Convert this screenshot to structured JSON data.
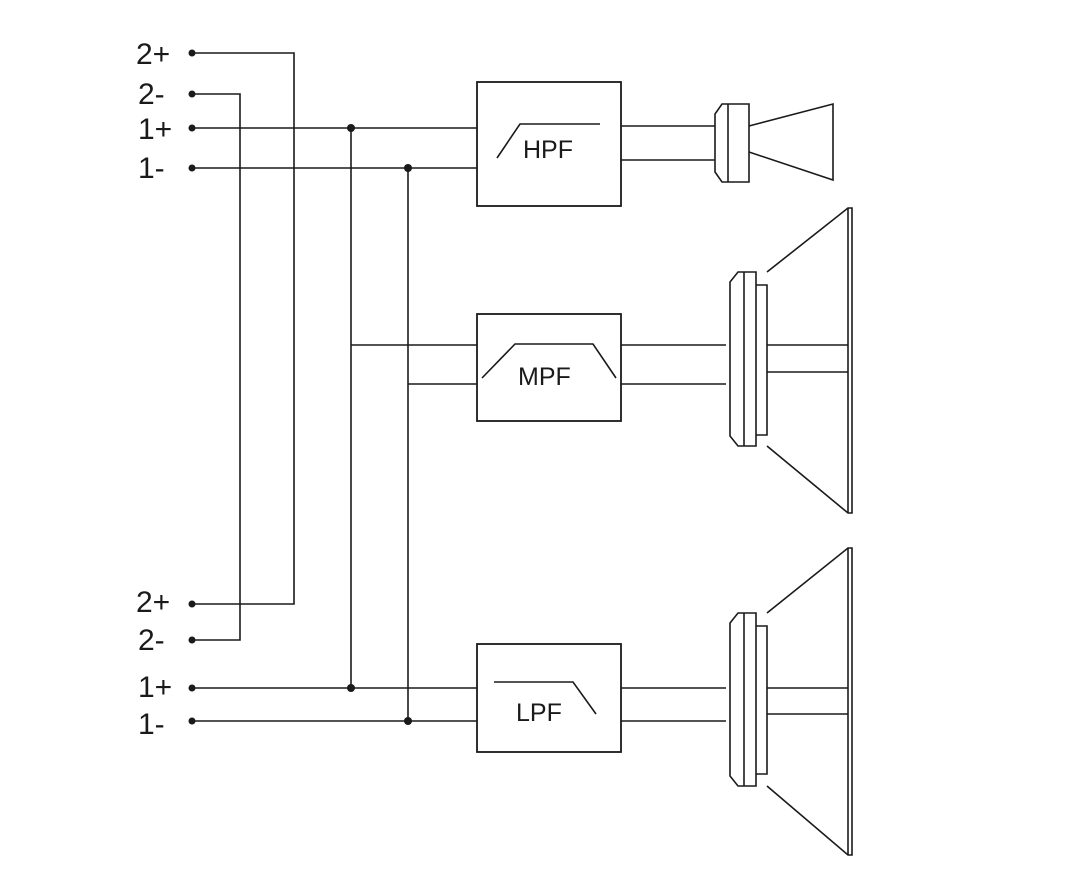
{
  "terminals": {
    "top": [
      "2+",
      "2-",
      "1+",
      "1-"
    ],
    "bottom": [
      "2+",
      "2-",
      "1+",
      "1-"
    ]
  },
  "filters": {
    "high": "HPF",
    "mid": "MPF",
    "low": "LPF"
  }
}
